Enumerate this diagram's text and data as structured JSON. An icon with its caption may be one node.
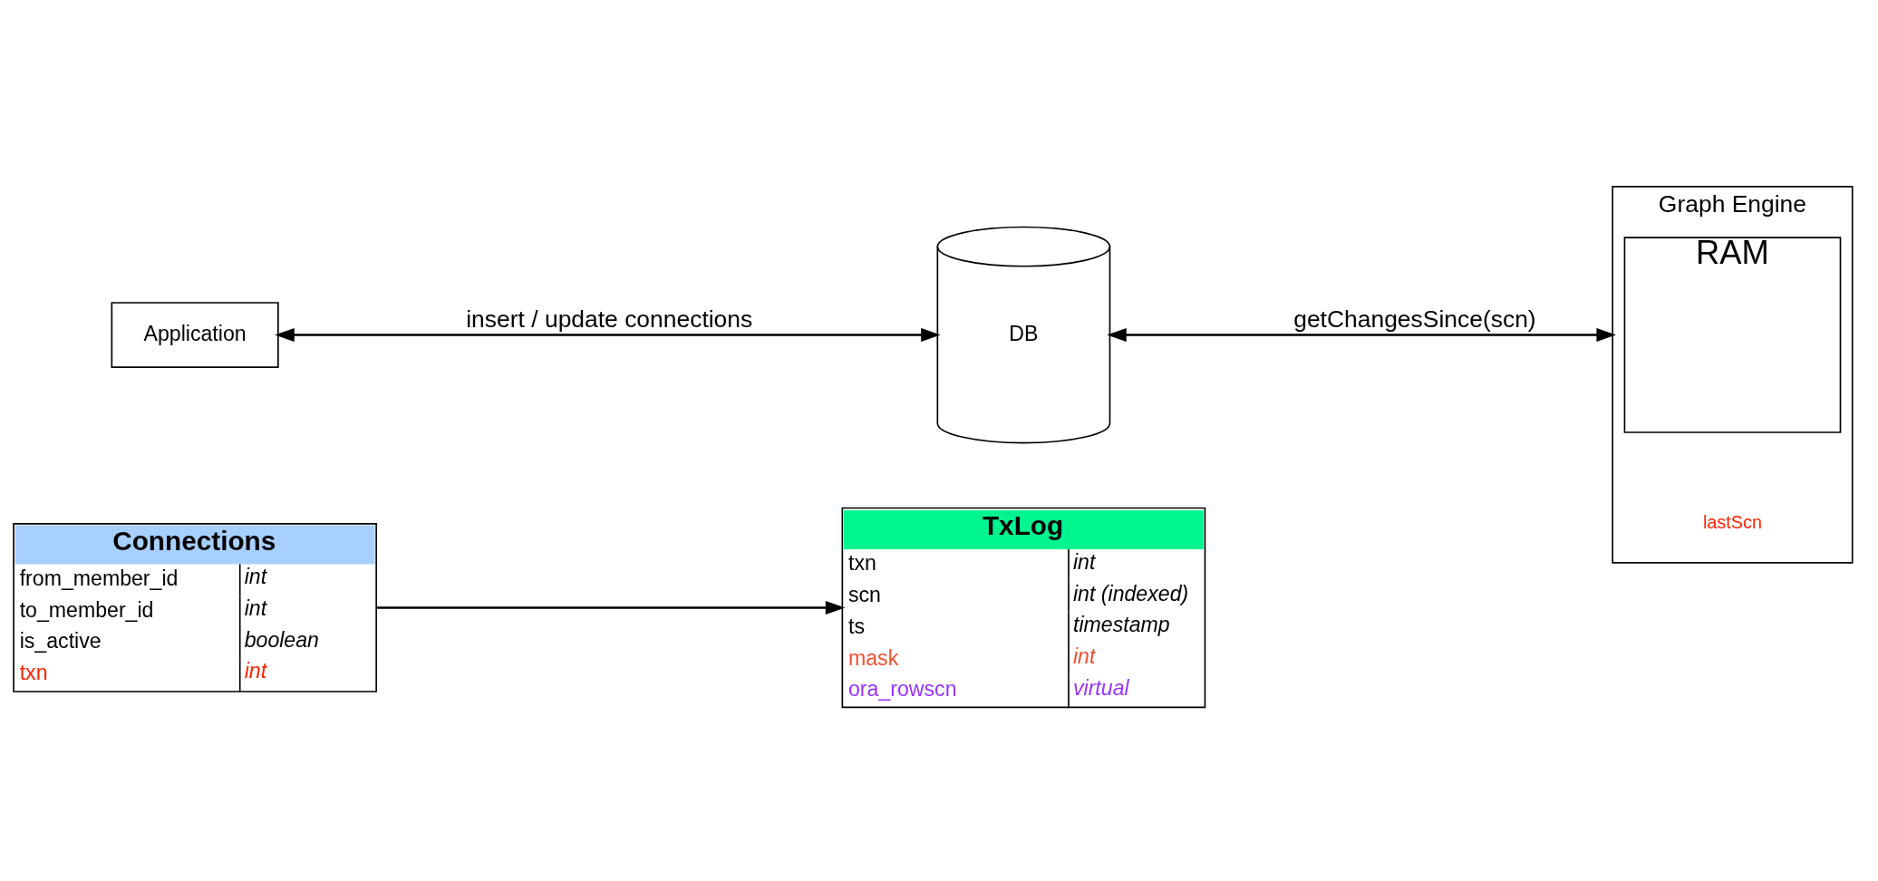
{
  "diagram": {
    "nodes": [
      {
        "text": [
          "Connections",
          "from_member_id",
          "int",
          "to_member_id",
          "int",
          "is_active",
          "boolean",
          "txn",
          "int"
        ]
      },
      {
        "text": [
          "TxLog",
          "txn",
          "int",
          "scn",
          "int (indexed)",
          "ts",
          "timestamp",
          "mask",
          "int",
          "ora_rowscn",
          "virtual"
        ]
      },
      {
        "text": [
          "Application"
        ]
      },
      {
        "text": [
          "DB"
        ]
      },
      {
        "text": [
          "Graph Engine",
          "lastScn"
        ]
      },
      {
        "text": [
          "RAM"
        ],
        "in": 4
      }
    ],
    "edges": [
      {
        "from": 0,
        "to": 1,
        "arrow": "to"
      },
      {
        "from": 2,
        "to": 3,
        "arrow": "both",
        "label": "insert / update connections"
      },
      {
        "from": 3,
        "to": 4,
        "arrow": "both",
        "label": "getChangesSince(scn)"
      }
    ]
  }
}
